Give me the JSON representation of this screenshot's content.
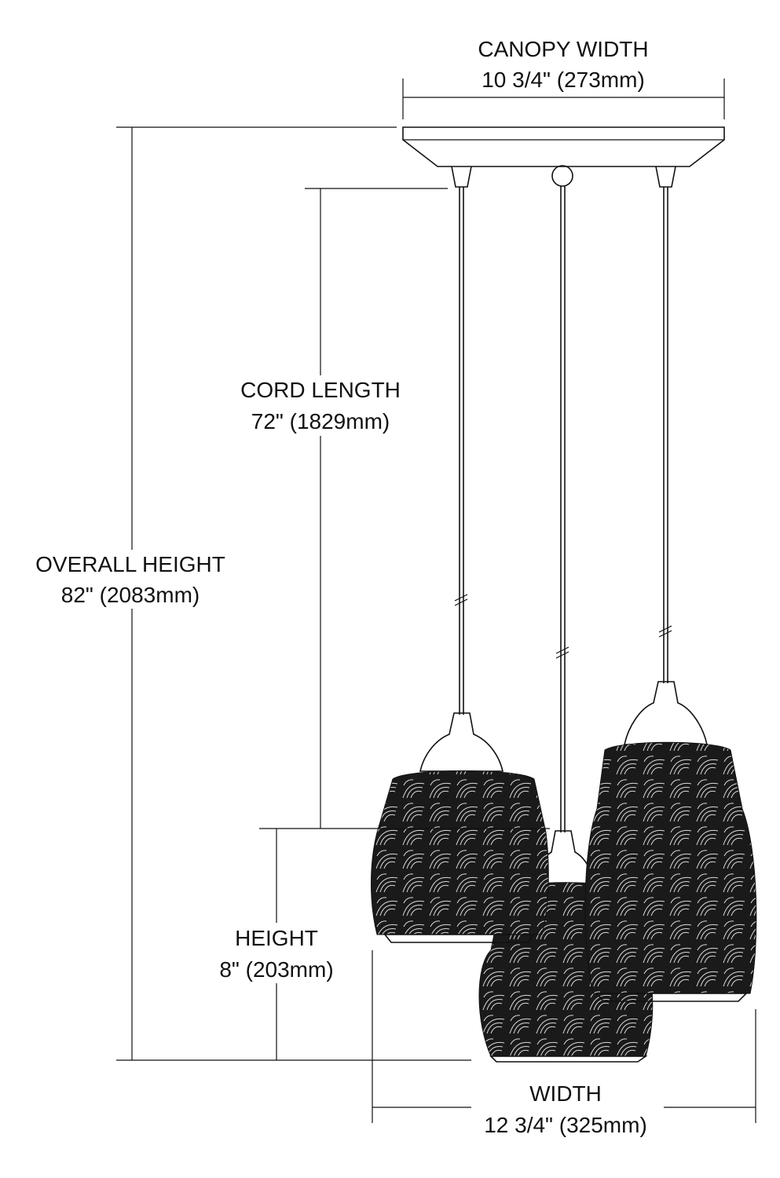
{
  "canopy_width": {
    "label": "CANOPY WIDTH",
    "value": "10 3/4\" (273mm)"
  },
  "cord_length": {
    "label": "CORD LENGTH",
    "value": "72\" (1829mm)"
  },
  "overall_height": {
    "label": "OVERALL HEIGHT",
    "value": "82\" (2083mm)"
  },
  "height": {
    "label": "HEIGHT",
    "value": "8\" (203mm)"
  },
  "width": {
    "label": "WIDTH",
    "value": "12 3/4\" (325mm)"
  },
  "colors": {
    "line": "#111111",
    "shade": "#1a1a1a",
    "background": "#ffffff"
  }
}
